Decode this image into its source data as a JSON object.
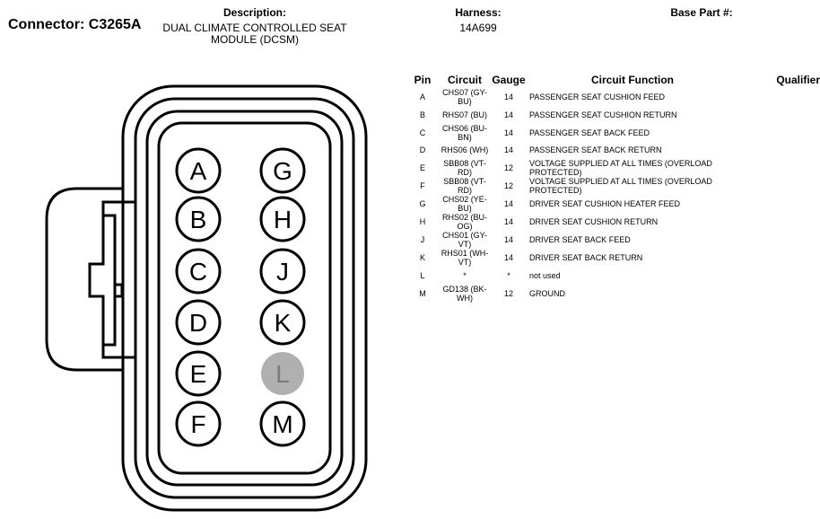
{
  "connector": {
    "label": "Connector:",
    "id": "C3265A"
  },
  "header": {
    "description_label": "Description:",
    "description_value": "DUAL CLIMATE CONTROLLED SEAT MODULE (DCSM)",
    "harness_label": "Harness:",
    "harness_value": "14A699",
    "base_part_label": "Base Part #:",
    "base_part_value": ""
  },
  "table": {
    "headers": {
      "pin": "Pin",
      "circuit": "Circuit",
      "gauge": "Gauge",
      "function": "Circuit Function",
      "qualifier": "Qualifier"
    },
    "rows": [
      {
        "pin": "A",
        "circuit": "CHS07 (GY-BU)",
        "gauge": "14",
        "function": "PASSENGER SEAT CUSHION FEED",
        "qualifier": ""
      },
      {
        "pin": "B",
        "circuit": "RHS07 (BU)",
        "gauge": "14",
        "function": "PASSENGER SEAT CUSHION RETURN",
        "qualifier": ""
      },
      {
        "pin": "C",
        "circuit": "CHS06 (BU-BN)",
        "gauge": "14",
        "function": "PASSENGER SEAT BACK FEED",
        "qualifier": ""
      },
      {
        "pin": "D",
        "circuit": "RHS06 (WH)",
        "gauge": "14",
        "function": "PASSENGER SEAT BACK RETURN",
        "qualifier": ""
      },
      {
        "pin": "E",
        "circuit": "SBB08 (VT-RD)",
        "gauge": "12",
        "function": "VOLTAGE SUPPLIED AT ALL TIMES (OVERLOAD PROTECTED)",
        "qualifier": ""
      },
      {
        "pin": "F",
        "circuit": "SBB08 (VT-RD)",
        "gauge": "12",
        "function": "VOLTAGE SUPPLIED AT ALL TIMES (OVERLOAD PROTECTED)",
        "qualifier": ""
      },
      {
        "pin": "G",
        "circuit": "CHS02 (YE-BU)",
        "gauge": "14",
        "function": "DRIVER SEAT CUSHION HEATER FEED",
        "qualifier": ""
      },
      {
        "pin": "H",
        "circuit": "RHS02 (BU-OG)",
        "gauge": "14",
        "function": "DRIVER SEAT CUSHION RETURN",
        "qualifier": ""
      },
      {
        "pin": "J",
        "circuit": "CHS01 (GY-VT)",
        "gauge": "14",
        "function": "DRIVER SEAT BACK FEED",
        "qualifier": ""
      },
      {
        "pin": "K",
        "circuit": "RHS01 (WH-VT)",
        "gauge": "14",
        "function": "DRIVER SEAT BACK RETURN",
        "qualifier": ""
      },
      {
        "pin": "L",
        "circuit": "*",
        "gauge": "*",
        "function": "not used",
        "qualifier": ""
      },
      {
        "pin": "M",
        "circuit": "GD138 (BK-WH)",
        "gauge": "12",
        "function": "GROUND",
        "qualifier": ""
      }
    ]
  },
  "pins": [
    {
      "label": "A",
      "used": true
    },
    {
      "label": "G",
      "used": true
    },
    {
      "label": "B",
      "used": true
    },
    {
      "label": "H",
      "used": true
    },
    {
      "label": "C",
      "used": true
    },
    {
      "label": "J",
      "used": true
    },
    {
      "label": "D",
      "used": true
    },
    {
      "label": "K",
      "used": true
    },
    {
      "label": "E",
      "used": true
    },
    {
      "label": "L",
      "used": false
    },
    {
      "label": "F",
      "used": true
    },
    {
      "label": "M",
      "used": true
    }
  ],
  "colors": {
    "unused_pin_fill": "#b0b0b0",
    "unused_pin_text": "#7a7a7a"
  }
}
